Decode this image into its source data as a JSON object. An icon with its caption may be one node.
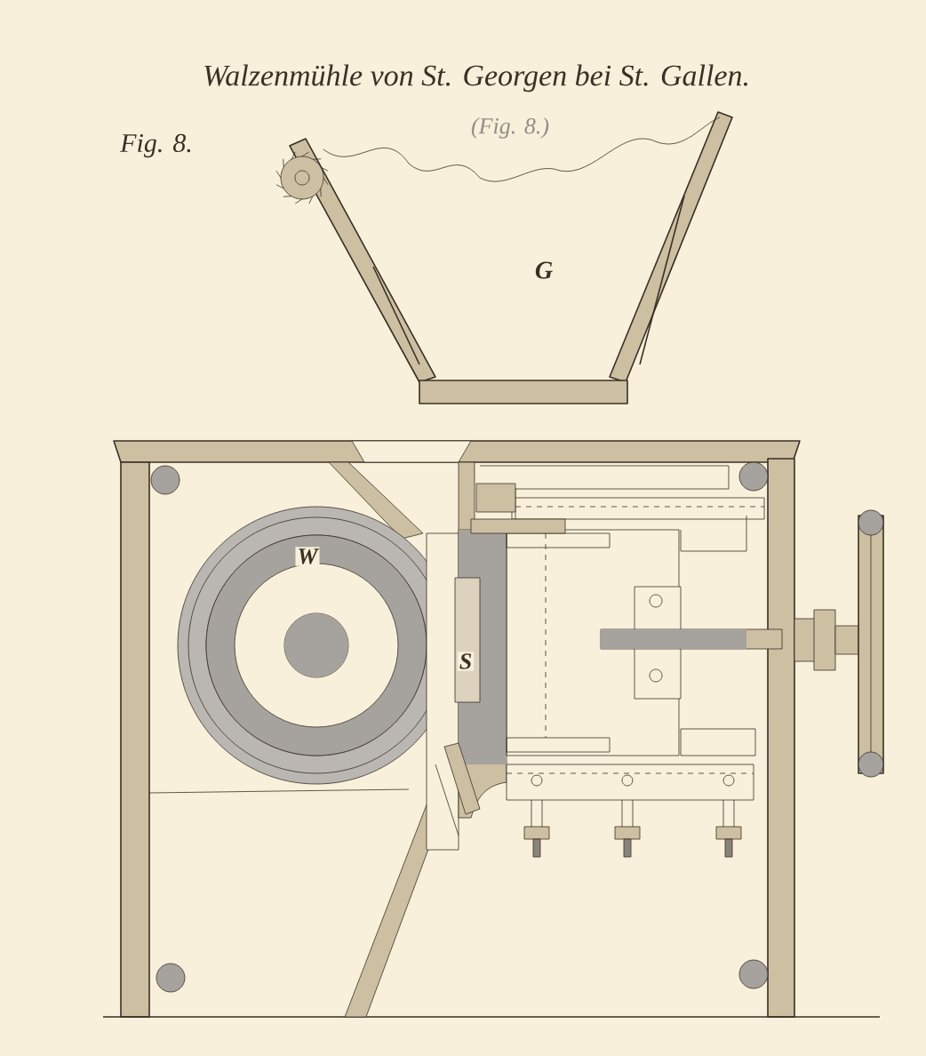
{
  "diagram": {
    "title": "Walzenmühle von St. Georgen bei St. Gallen.",
    "labels": [
      "Fig. 8.",
      "(Fig. 8.)",
      "G",
      "W",
      "S"
    ]
  }
}
